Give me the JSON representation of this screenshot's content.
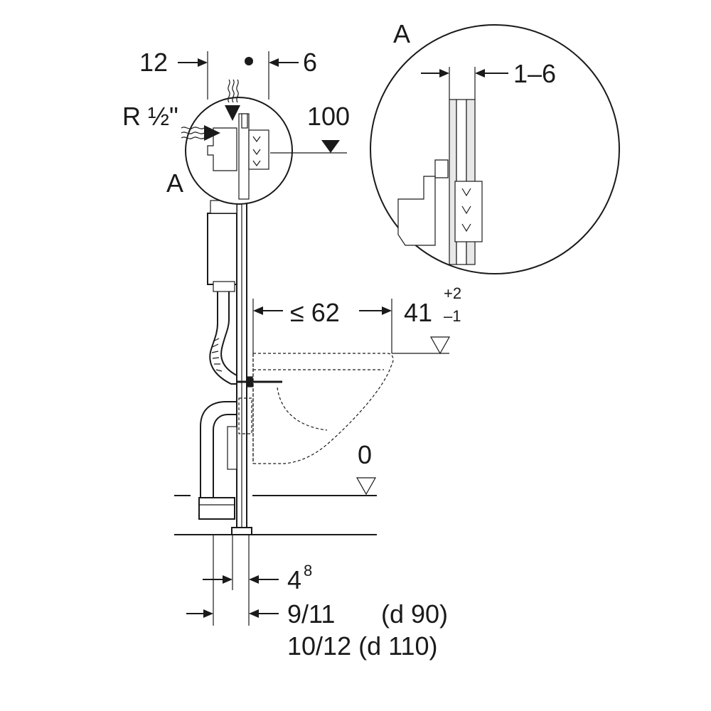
{
  "dimensions": {
    "top_left": "12",
    "top_right": "6",
    "connection": "R ½\"",
    "detail_ref_left": "A",
    "detail_ref_right": "A",
    "level_upper": "100",
    "detail_gap": "1–6",
    "bowl_depth": "≤ 62",
    "seat_height_base": "41",
    "seat_height_plus": "+2",
    "seat_height_minus": "–1",
    "floor_level": "0",
    "bottom_offset_base": "4",
    "bottom_offset_sup": "8",
    "pipe_d90": "9/11",
    "pipe_d90_note": "(d 90)",
    "pipe_d110": "10/12 (d 110)"
  }
}
